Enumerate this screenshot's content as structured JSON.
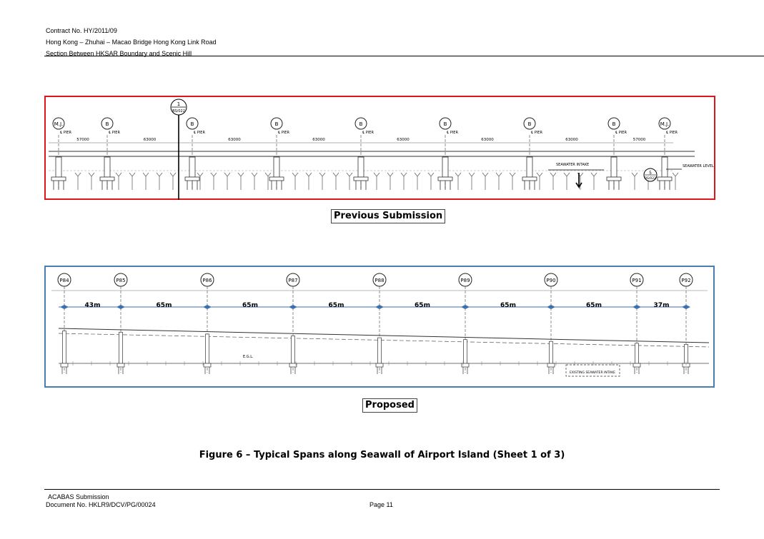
{
  "header": {
    "contract": "Contract No. HY/2011/09",
    "project": "Hong Kong – Zhuhai – Macao Bridge Hong Kong Link Road",
    "section": "Section Between HKSAR Boundary and Scenic Hill"
  },
  "previous": {
    "caption": "Previous Submission",
    "section_marker_top": "1",
    "section_marker_bottom": "BS/022",
    "pier_labels": [
      "M.J.",
      "B",
      "B",
      "B",
      "B",
      "B",
      "B",
      "B",
      "M.J."
    ],
    "pier_text": "℄ PIER",
    "spans": [
      "57000",
      "63000",
      "63000",
      "63000",
      "63000",
      "63000",
      "63000",
      "57000"
    ],
    "intake_label": "SEAWATER INTAKE",
    "seawater_level": "SEAWATER LEVEL",
    "section5_top": "5",
    "section5_bottom": "BS/022",
    "border_color": "#e0151b"
  },
  "proposed": {
    "caption": "Proposed",
    "piers": [
      "P84",
      "P85",
      "P86",
      "P87",
      "P88",
      "P89",
      "P90",
      "P91",
      "P92"
    ],
    "spans": [
      "43m",
      "65m",
      "65m",
      "65m",
      "65m",
      "65m",
      "65m",
      "37m"
    ],
    "existing_label": "EXISTING SEAWATER INTAKE",
    "egl_label": "E.G.L.",
    "border_color": "#4a7db5",
    "arrow_color": "#3a6fb0"
  },
  "figure_title": "Figure 6 – Typical Spans along Seawall of Airport Island (Sheet 1 of 3)",
  "footer": {
    "line1": "ACABAS Submission",
    "line2": "Document No. HKLR9/DCV/PG/00024",
    "page": "Page 11"
  }
}
